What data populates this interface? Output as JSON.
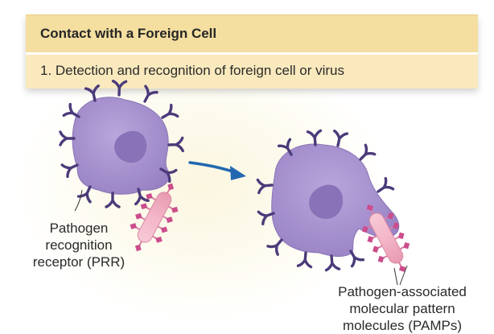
{
  "banner": {
    "title": "Contact with a Foreign Cell",
    "step": "1. Detection and recognition of foreign cell or virus"
  },
  "labels": {
    "prr": "Pathogen\nrecognition\nreceptor (PRR)",
    "pamp": "Pathogen-associated\nmolecular pattern\nmolecules (PAMPs)"
  },
  "colors": {
    "cell_body": "#a690cc",
    "cell_nucleus": "#8a72b8",
    "receptor": "#4b3b7a",
    "pathogen": "#f2b3c6",
    "pathogen_spike": "#cc4d8c",
    "arrow": "#2268b0",
    "banner_title_bg": "#f4dea0",
    "banner_step_bg": "#f9e9bd"
  }
}
